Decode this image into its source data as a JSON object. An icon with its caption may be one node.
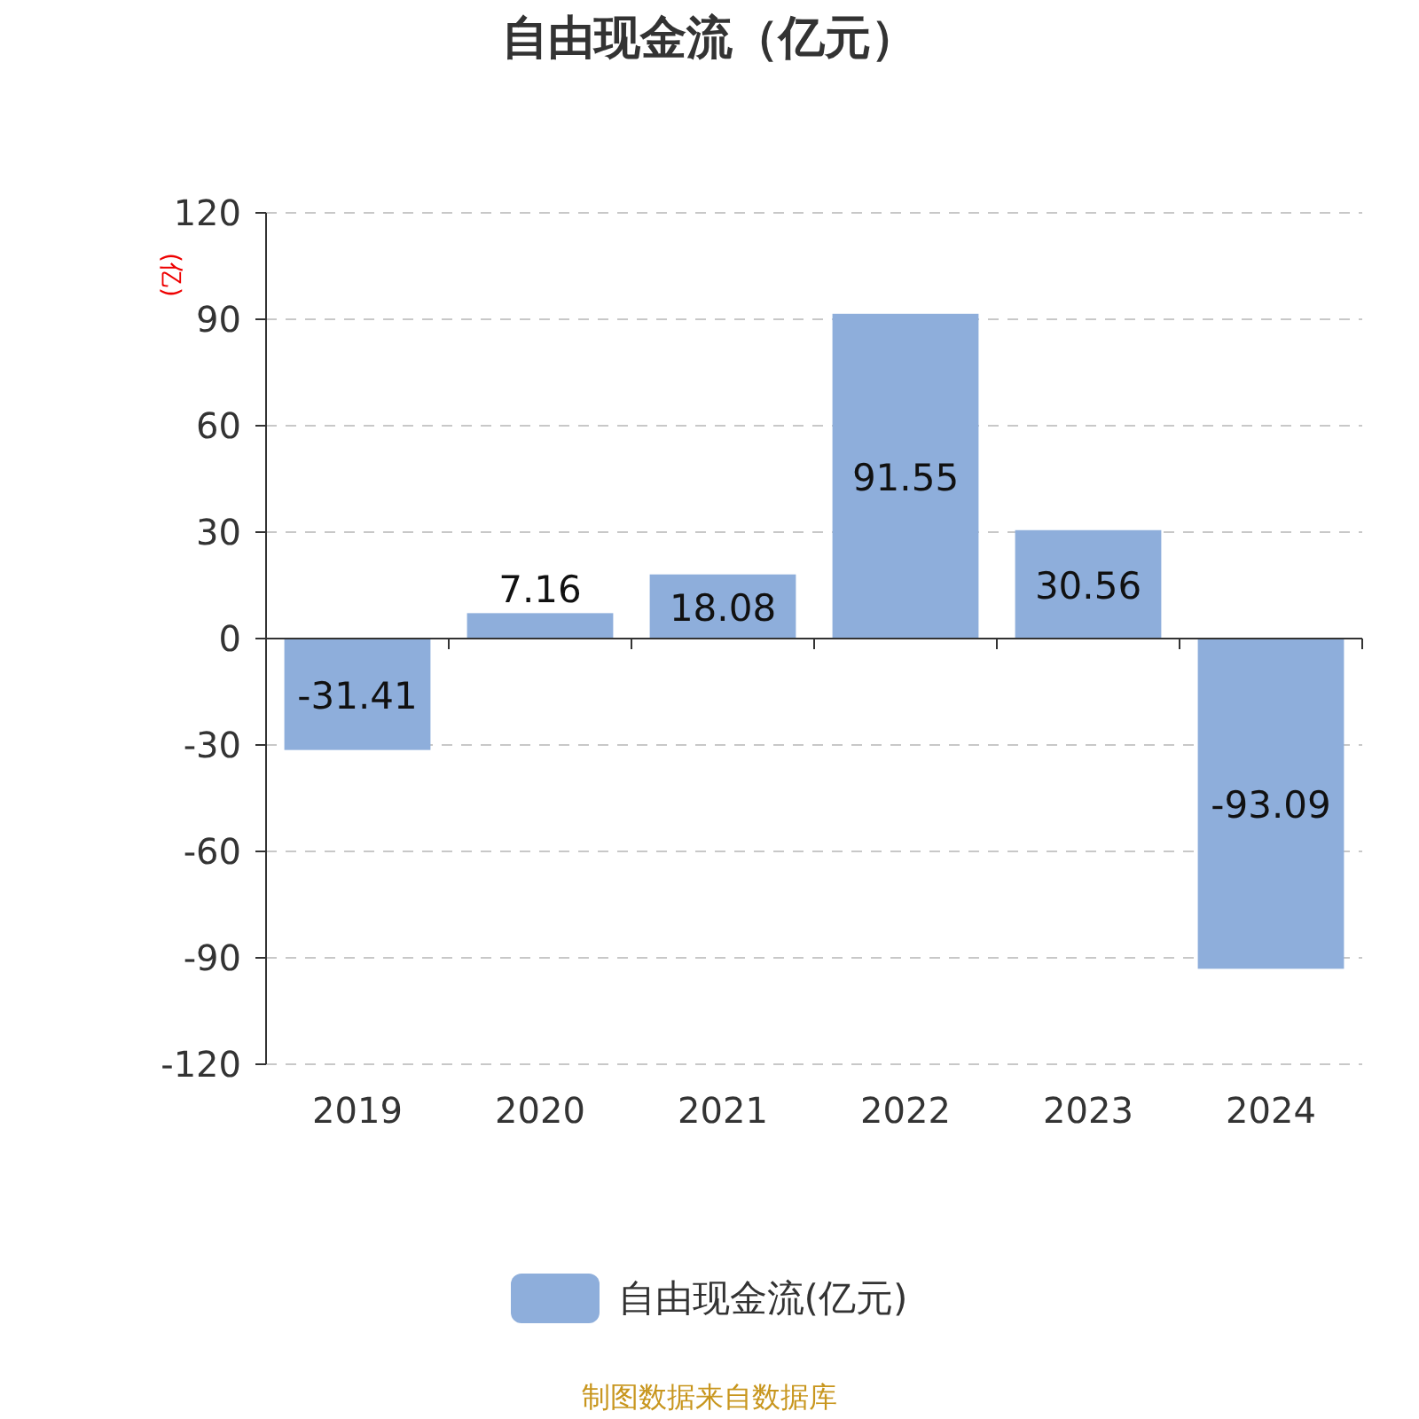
{
  "diagram": {
    "title": "自由现金流（亿元）",
    "caption": "制图数据来自数据库",
    "legend": [
      {
        "text": "自由现金流(亿元)",
        "color": "#8eaedb"
      }
    ],
    "chart_data": {
      "type": "bar",
      "ylabel": "(亿)",
      "categories": [
        "2019",
        "2020",
        "2021",
        "2022",
        "2023",
        "2024"
      ],
      "series": [
        {
          "color": "#8eaedb",
          "values": [
            -31.41,
            7.16,
            18.08,
            91.55,
            30.56,
            -93.09
          ]
        }
      ],
      "grid": true,
      "ylim": [
        -120,
        120
      ],
      "yticks": [
        -120,
        -90,
        -60,
        -30,
        0,
        30,
        60,
        90,
        120
      ],
      "data_labels": true
    }
  }
}
